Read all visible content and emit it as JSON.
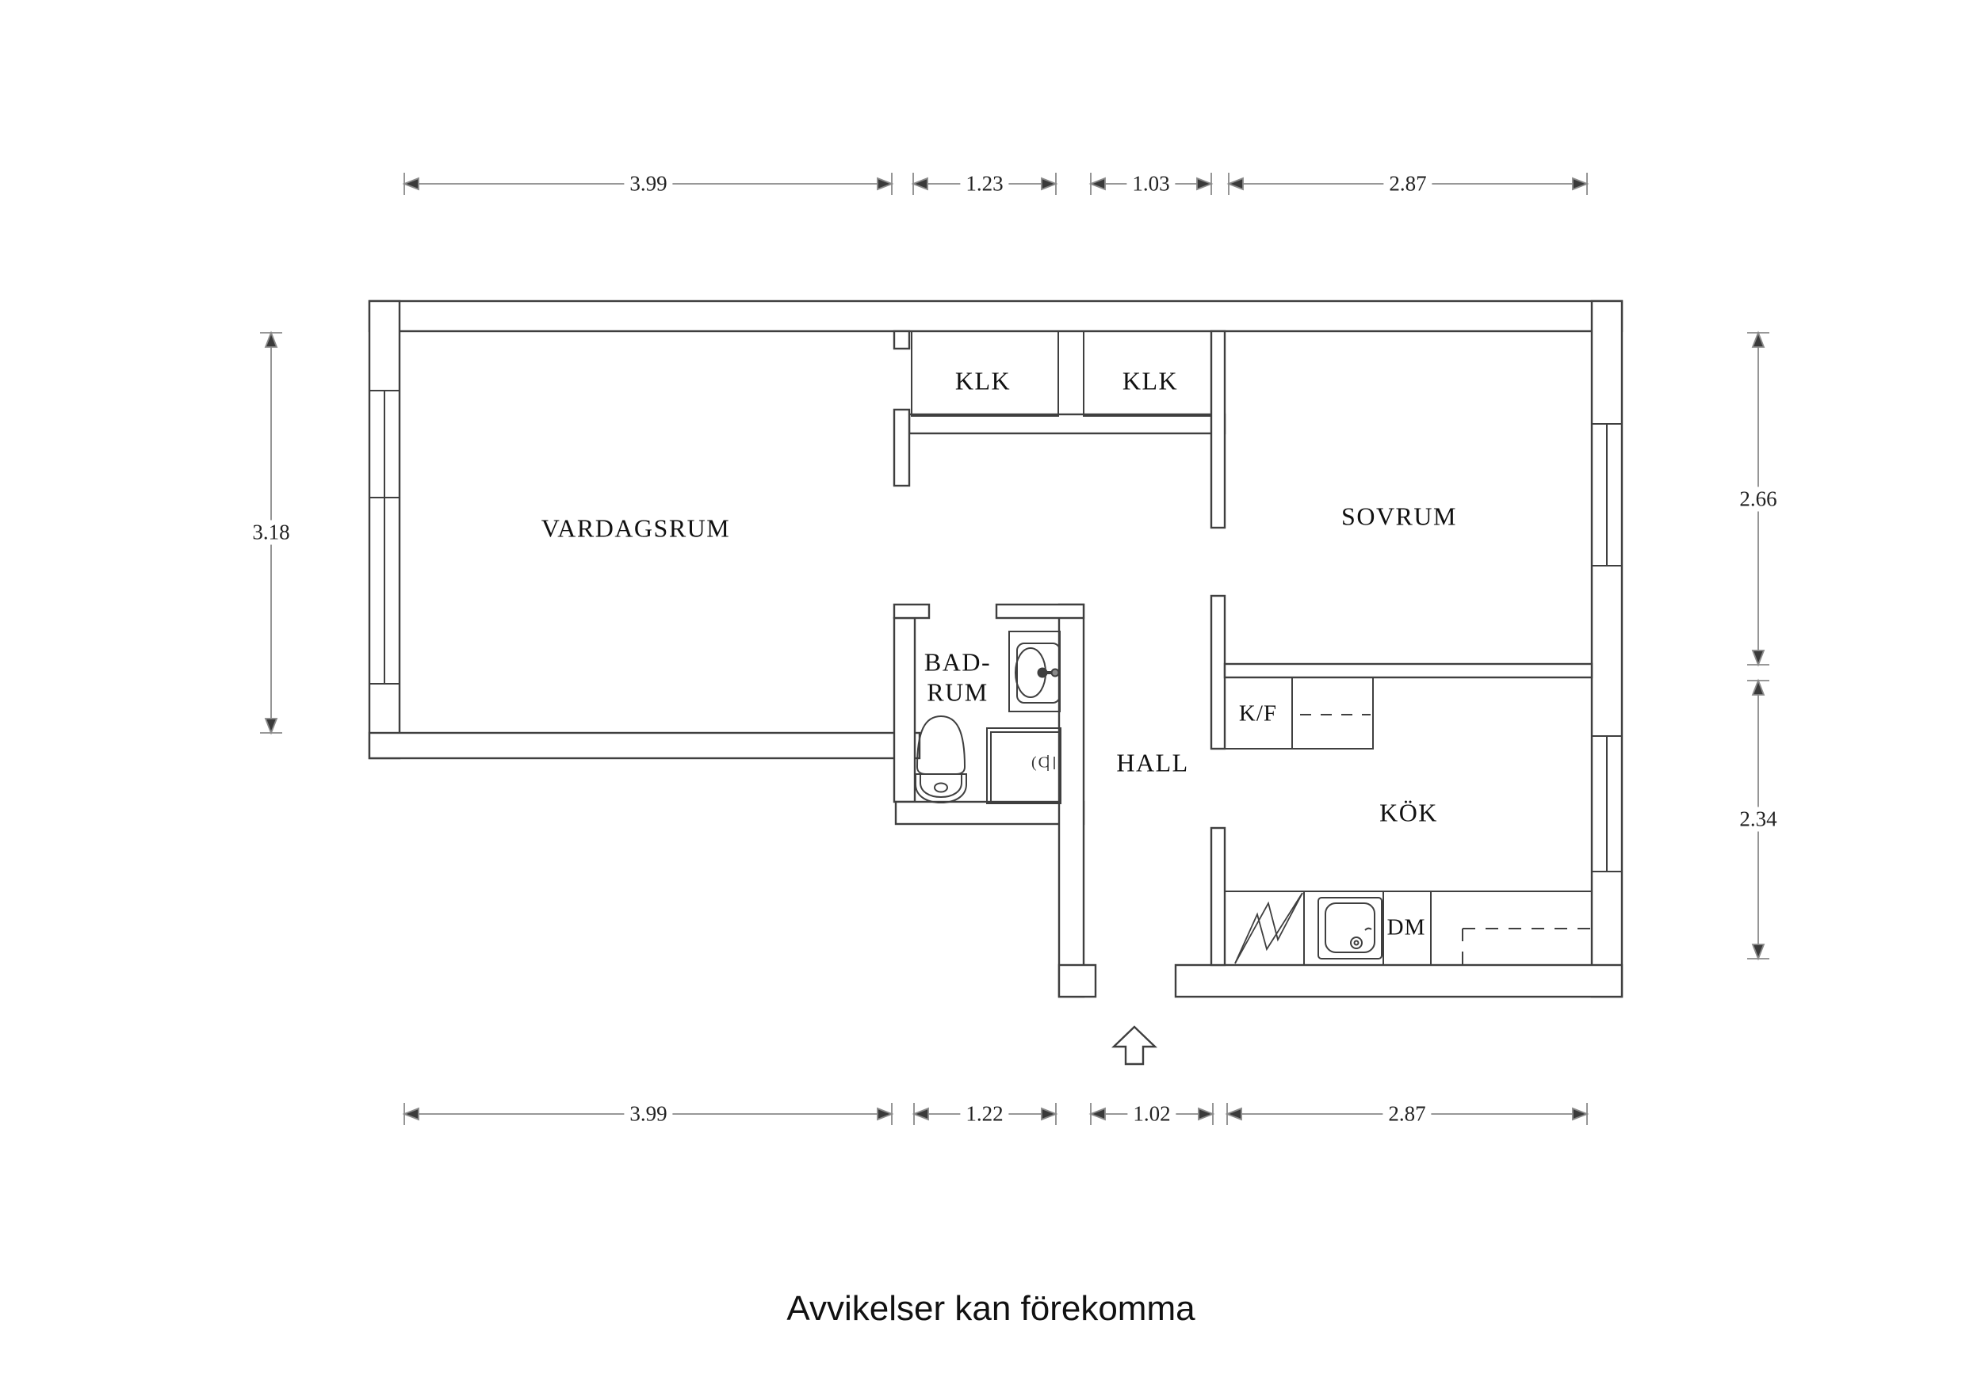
{
  "floorplan": {
    "rooms": {
      "vardagsrum": "VARDAGSRUM",
      "klk_left": "KLK",
      "klk_right": "KLK",
      "sovrum": "SOVRUM",
      "badrum_line1": "BAD-",
      "badrum_line2": "RUM",
      "hall": "HALL",
      "kok": "KÖK"
    },
    "appliances": {
      "fridge_freezer": "K/F",
      "dishwasher": "DM",
      "washing_machine_symbol": "(C"
    },
    "dimensions": {
      "top": [
        "3.99",
        "1.23",
        "1.03",
        "2.87"
      ],
      "bottom": [
        "3.99",
        "1.22",
        "1.02",
        "2.87"
      ],
      "left": [
        "3.18"
      ],
      "right": [
        "2.66",
        "2.34"
      ]
    },
    "footer": "Avvikelser kan förekomma",
    "colors": {
      "wall_line": "#3f3f3f",
      "dim_line": "#8a8a8a",
      "text": "#111111"
    }
  }
}
